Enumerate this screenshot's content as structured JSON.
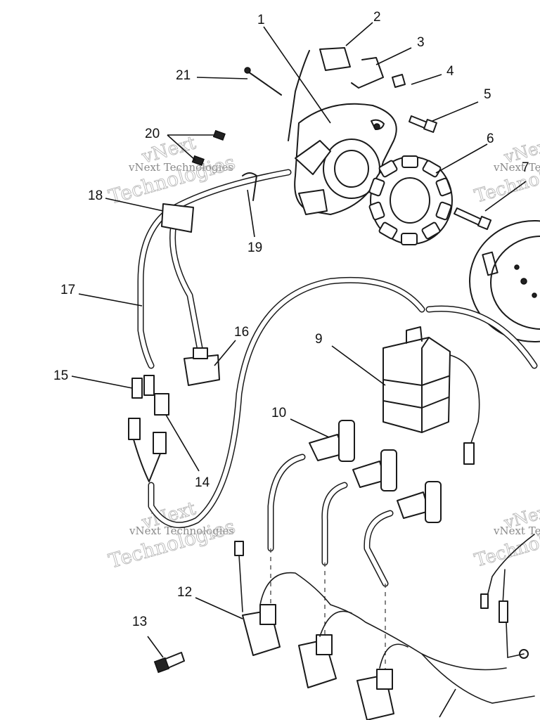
{
  "callouts": {
    "c1": "1",
    "c2": "2",
    "c3": "3",
    "c4": "4",
    "c5": "5",
    "c6": "6",
    "c7": "7",
    "c9": "9",
    "c10": "10",
    "c12": "12",
    "c13": "13",
    "c14": "14",
    "c15": "15",
    "c16": "16",
    "c17": "17",
    "c18": "18",
    "c19": "19",
    "c20": "20",
    "c21": "21"
  },
  "watermark": {
    "brand_line1": "vNext",
    "brand_line2": "Technologies",
    "brand_full": "vNext Technologies",
    "brand_short": "vNext Tec"
  }
}
